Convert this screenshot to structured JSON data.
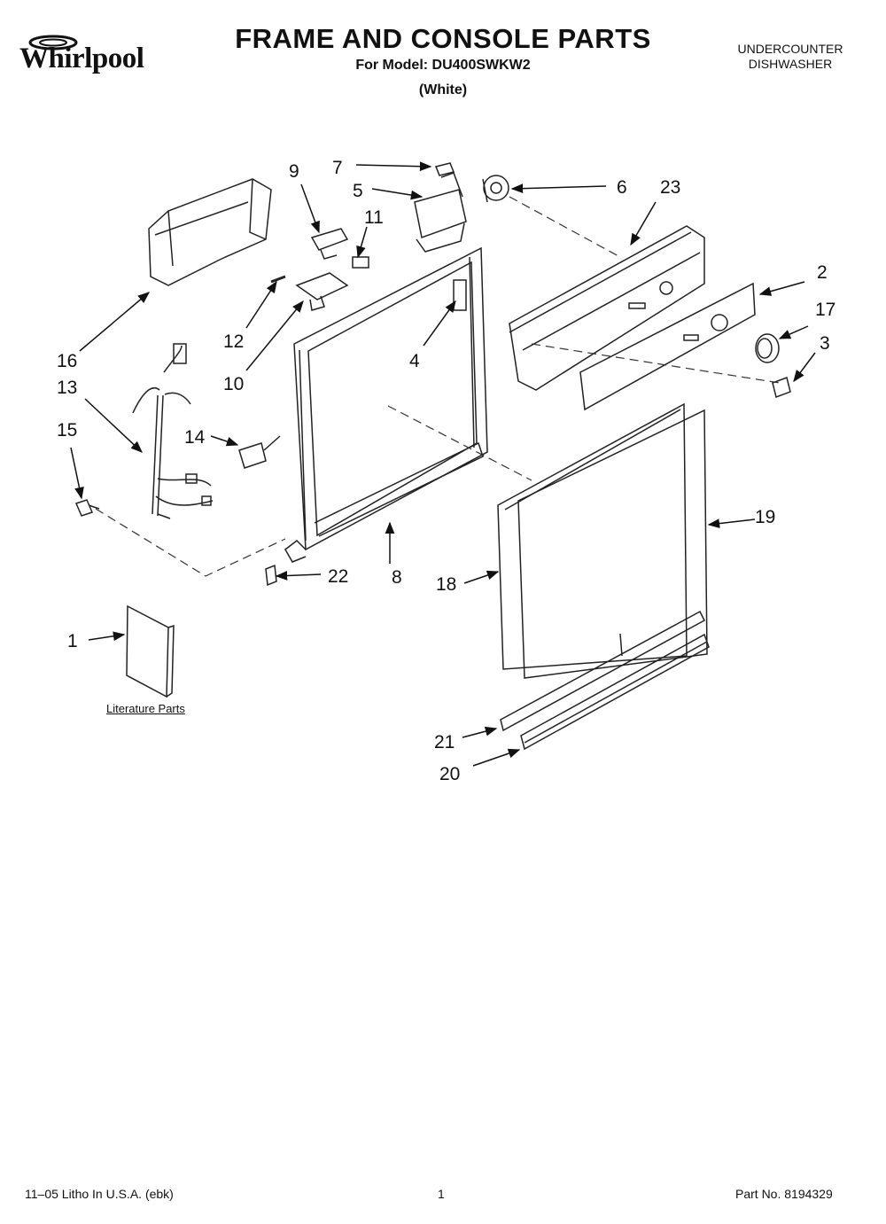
{
  "brand": "Whirlpool",
  "title": "FRAME AND CONSOLE PARTS",
  "subtitle": "For Model: DU400SWKW2",
  "color_note": "(White)",
  "product_line1": "UNDERCOUNTER",
  "product_line2": "DISHWASHER",
  "literature_label": "Literature Parts",
  "callouts": {
    "c1": "1",
    "c2": "2",
    "c3": "3",
    "c4": "4",
    "c5": "5",
    "c6": "6",
    "c7": "7",
    "c8": "8",
    "c9": "9",
    "c10": "10",
    "c11": "11",
    "c12": "12",
    "c13": "13",
    "c14": "14",
    "c15": "15",
    "c16": "16",
    "c17": "17",
    "c18": "18",
    "c19": "19",
    "c20": "20",
    "c21": "21",
    "c22": "22",
    "c23": "23"
  },
  "footer": {
    "litho": "11–05 Litho In U.S.A. (ebk)",
    "page": "1",
    "part_no": "Part No. 8194329"
  }
}
